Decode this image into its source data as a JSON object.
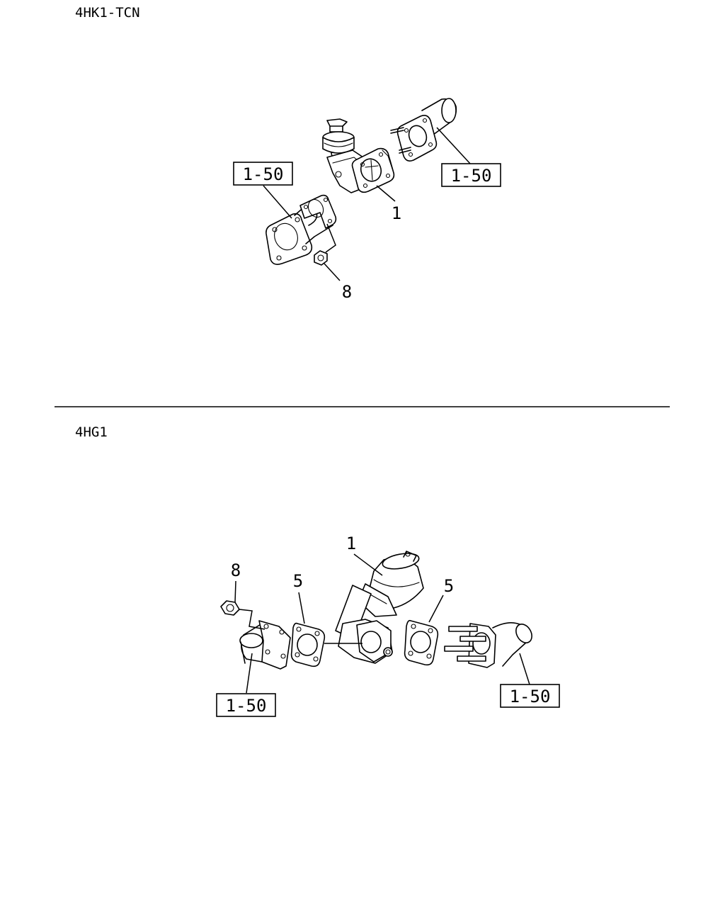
{
  "sections": [
    {
      "title": "4HK1-TCN",
      "refs": [
        "1-50",
        "1-50"
      ],
      "callouts": [
        "1",
        "8"
      ]
    },
    {
      "title": "4HG1",
      "refs": [
        "1-50",
        "1-50"
      ],
      "callouts": [
        "1",
        "8",
        "5",
        "5"
      ]
    }
  ]
}
